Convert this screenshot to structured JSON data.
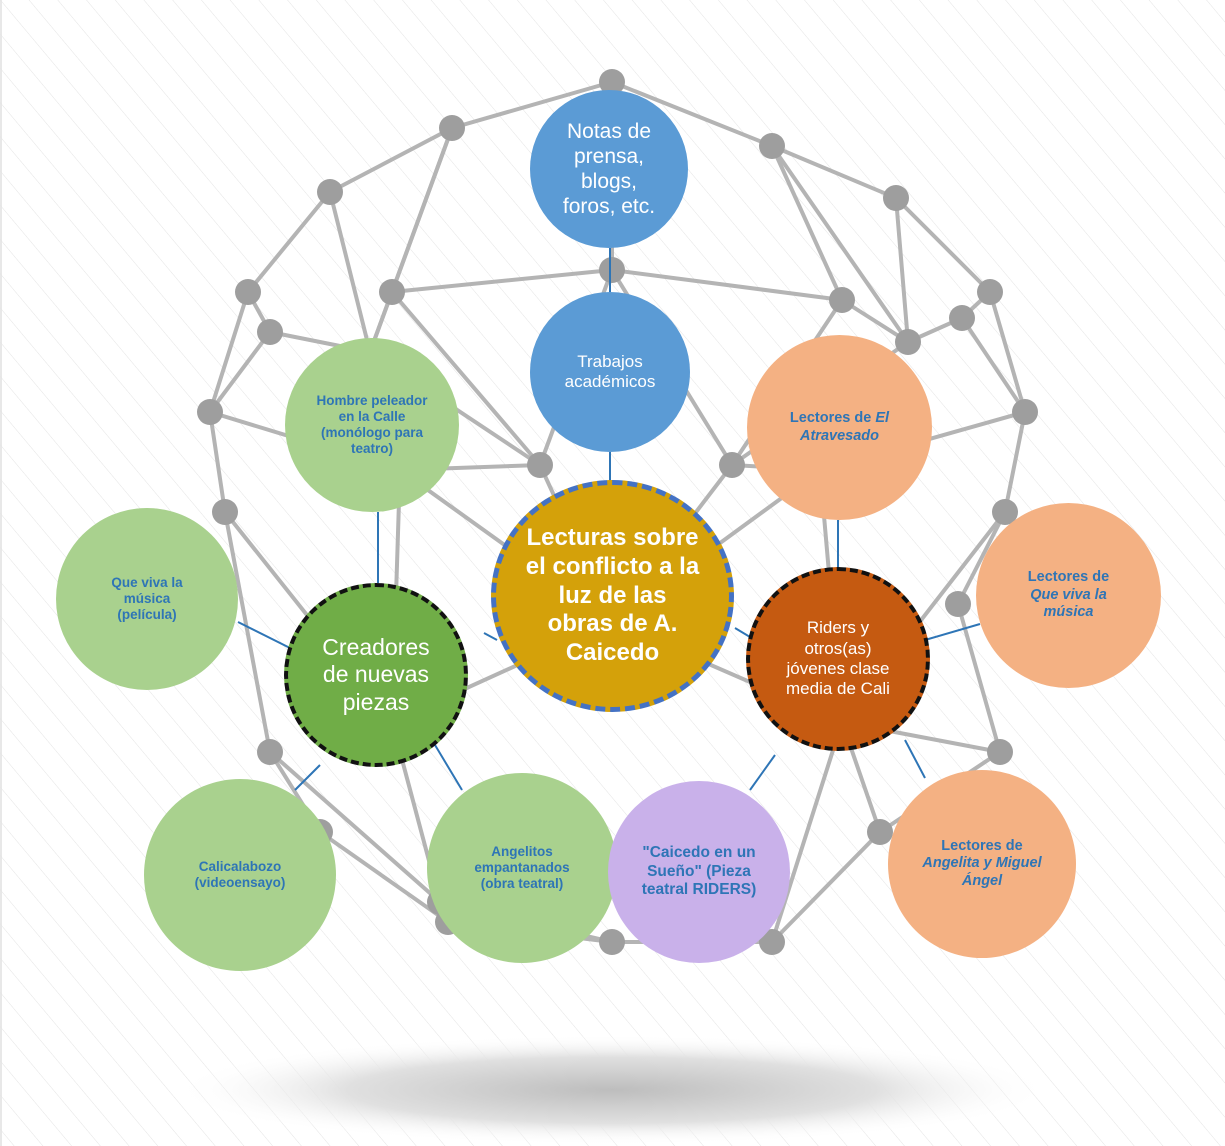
{
  "diagram": {
    "center": {
      "text": "Lecturas sobre el conflicto a la luz de las obras de A. Caicedo"
    },
    "top_nodes": [
      {
        "text": "Notas de prensa, blogs, foros, etc."
      },
      {
        "text": "Trabajos académicos"
      }
    ],
    "creators_hub": {
      "text": "Creadores de nuevas piezas"
    },
    "creators": [
      {
        "text": "Hombre peleador en la Calle (monólogo para teatro)"
      },
      {
        "text": "Que viva la música (película)"
      },
      {
        "text": "Calicalabozo (videoensayo)"
      },
      {
        "text": "Angelitos empantanados (obra teatral)"
      }
    ],
    "readers_hub": {
      "text": "Riders y otros(as) jóvenes clase media de Cali"
    },
    "readers": [
      {
        "prefix": "Lectores de",
        "title": "El Atravesado"
      },
      {
        "prefix": "Lectores de",
        "title": "Que viva la música"
      },
      {
        "prefix": "Lectores de",
        "title": "Angelita y Miguel Ángel"
      }
    ],
    "riders_piece": {
      "text": "\"Caicedo en un Sueño\" (Pieza teatral RIDERS)"
    },
    "colors": {
      "blue": "#5b9bd5",
      "green_light": "#a9d18e",
      "green_hub": "#70ad47",
      "gold_center": "#d4a10a",
      "orange_hub": "#c55a11",
      "peach": "#f4b183",
      "lavender": "#c9b1ea",
      "link_text": "#2e75b6",
      "connector": "#2e75b6"
    }
  }
}
